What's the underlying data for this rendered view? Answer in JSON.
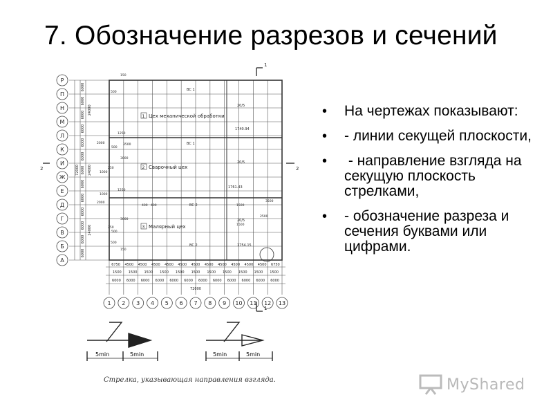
{
  "slide": {
    "title": "7. Обозначение разрезов и сечений",
    "bullets": [
      "На чертежах показывают:",
      "- линии секущей плоскости,",
      " - направление взгляда на секущую плоскость стрелками,",
      "- обозначение разреза и сечения буквами или цифрами."
    ]
  },
  "drawing": {
    "row_axes": [
      "Р",
      "П",
      "Н",
      "М",
      "Л",
      "К",
      "И",
      "Ж",
      "Е",
      "Д",
      "Г",
      "В",
      "Б",
      "А"
    ],
    "column_axes": [
      "1",
      "2",
      "3",
      "4",
      "5",
      "6",
      "7",
      "8",
      "9",
      "10",
      "11",
      "12",
      "13"
    ],
    "rooms": [
      {
        "num": "1",
        "name": "Цех механической обработки"
      },
      {
        "num": "2",
        "name": "Сварочный цех"
      },
      {
        "num": "3",
        "name": "Малярный цех"
      }
    ],
    "section_marks": [
      "1",
      "1",
      "2",
      "2"
    ],
    "beam_labels": [
      "ВС 1",
      "ВС 1",
      "ВС 2",
      "ВС 2"
    ],
    "crane_labels": [
      "20/5",
      "20/5",
      "20/5"
    ],
    "level_labels": [
      "1740.94",
      "1761.43",
      "1754.15"
    ],
    "left_dims": [
      "6000",
      "6000",
      "6000",
      "6000",
      "6000",
      "6000",
      "6000",
      "6000",
      "6000",
      "6000",
      "6000",
      "6000",
      "6000"
    ],
    "left_totals": [
      "24000",
      "24000",
      "24000"
    ],
    "left_overall": "72000",
    "bottom_dims_row1": [
      "6750",
      "4500",
      "4500",
      "4500",
      "4500",
      "4500",
      "4500",
      "4500",
      "4500",
      "4500",
      "4500",
      "4500",
      "6750"
    ],
    "bottom_dims_row2": [
      "1500",
      "1500",
      "1500",
      "1500",
      "1500",
      "1500",
      "1500",
      "1500",
      "1500",
      "1500",
      "1500"
    ],
    "bottom_dims_row3": [
      "6000",
      "6000",
      "6000",
      "6000",
      "6000",
      "6000",
      "6000",
      "6000",
      "6000",
      "6000",
      "6000",
      "6000"
    ],
    "bottom_overall": "72000",
    "misc_dims": [
      "500",
      "500",
      "150",
      "150",
      "2000",
      "2000",
      "250",
      "250",
      "1250",
      "1250",
      "3000",
      "3000",
      "1500",
      "1500",
      "1000",
      "1000",
      "500",
      "500",
      "400",
      "400",
      "3500",
      "2500",
      "3500"
    ],
    "arrow_dims": [
      "5min",
      "5min",
      "5min",
      "5min"
    ],
    "arrow_caption": "Стрелка, указывающая направления взгляда."
  },
  "logo": {
    "text": "MyShared"
  }
}
